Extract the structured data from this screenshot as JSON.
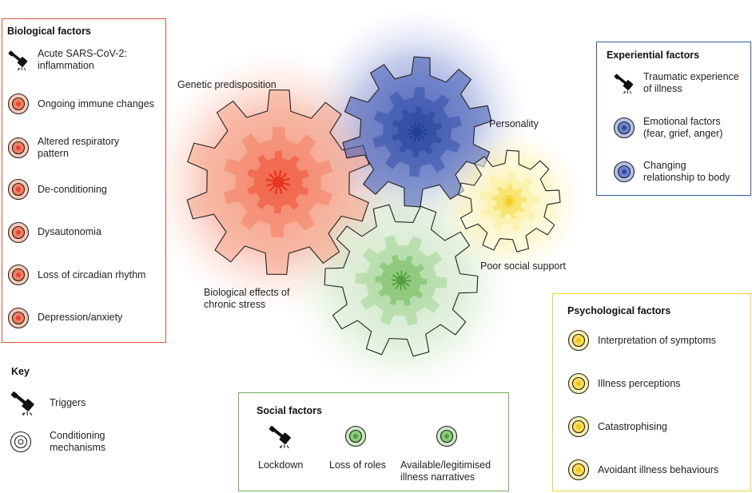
{
  "biological": {
    "title": "Biological factors",
    "trigger_line1": "Acute SARS-CoV-2:",
    "trigger_line2": "inflammation",
    "items": [
      {
        "line1": "Ongoing immune changes",
        "line2": ""
      },
      {
        "line1": "Altered respiratory",
        "line2": "pattern"
      },
      {
        "line1": "De-conditioning",
        "line2": ""
      },
      {
        "line1": "Dysautonomia",
        "line2": ""
      },
      {
        "line1": "Loss of circadian rhythm",
        "line2": ""
      },
      {
        "line1": "Depression/anxiety",
        "line2": ""
      }
    ],
    "color": "#e8442e"
  },
  "experiential": {
    "title": "Experiential factors",
    "trigger_line1": "Traumatic experience",
    "trigger_line2": "of illness",
    "items": [
      {
        "line1": "Emotional factors",
        "line2": "(fear, grief, anger)"
      },
      {
        "line1": "Changing",
        "line2": "relationship to body"
      }
    ],
    "color": "#3b58b0"
  },
  "psychological": {
    "title": "Psychological factors",
    "items": [
      {
        "line1": "Interpretation of symptoms"
      },
      {
        "line1": "Illness perceptions"
      },
      {
        "line1": "Catastrophising"
      },
      {
        "line1": "Avoidant illness behaviours"
      }
    ],
    "color": "#f2cc1c"
  },
  "social": {
    "title": "Social factors",
    "trigger_label": "Lockdown",
    "item1_label": "Loss of roles",
    "item2_line1": "Available/legitimised",
    "item2_line2": "illness narratives",
    "color": "#5fae4e"
  },
  "key": {
    "title": "Key",
    "trigger_label": "Triggers",
    "mechanism_line1": "Conditioning",
    "mechanism_line2": "mechanisms"
  },
  "gear_labels": {
    "genetic": "Genetic predisposition",
    "personality": "Personality",
    "poor_social": "Poor social support",
    "bio_stress_line1": "Biological effects of",
    "bio_stress_line2": "chronic stress"
  }
}
